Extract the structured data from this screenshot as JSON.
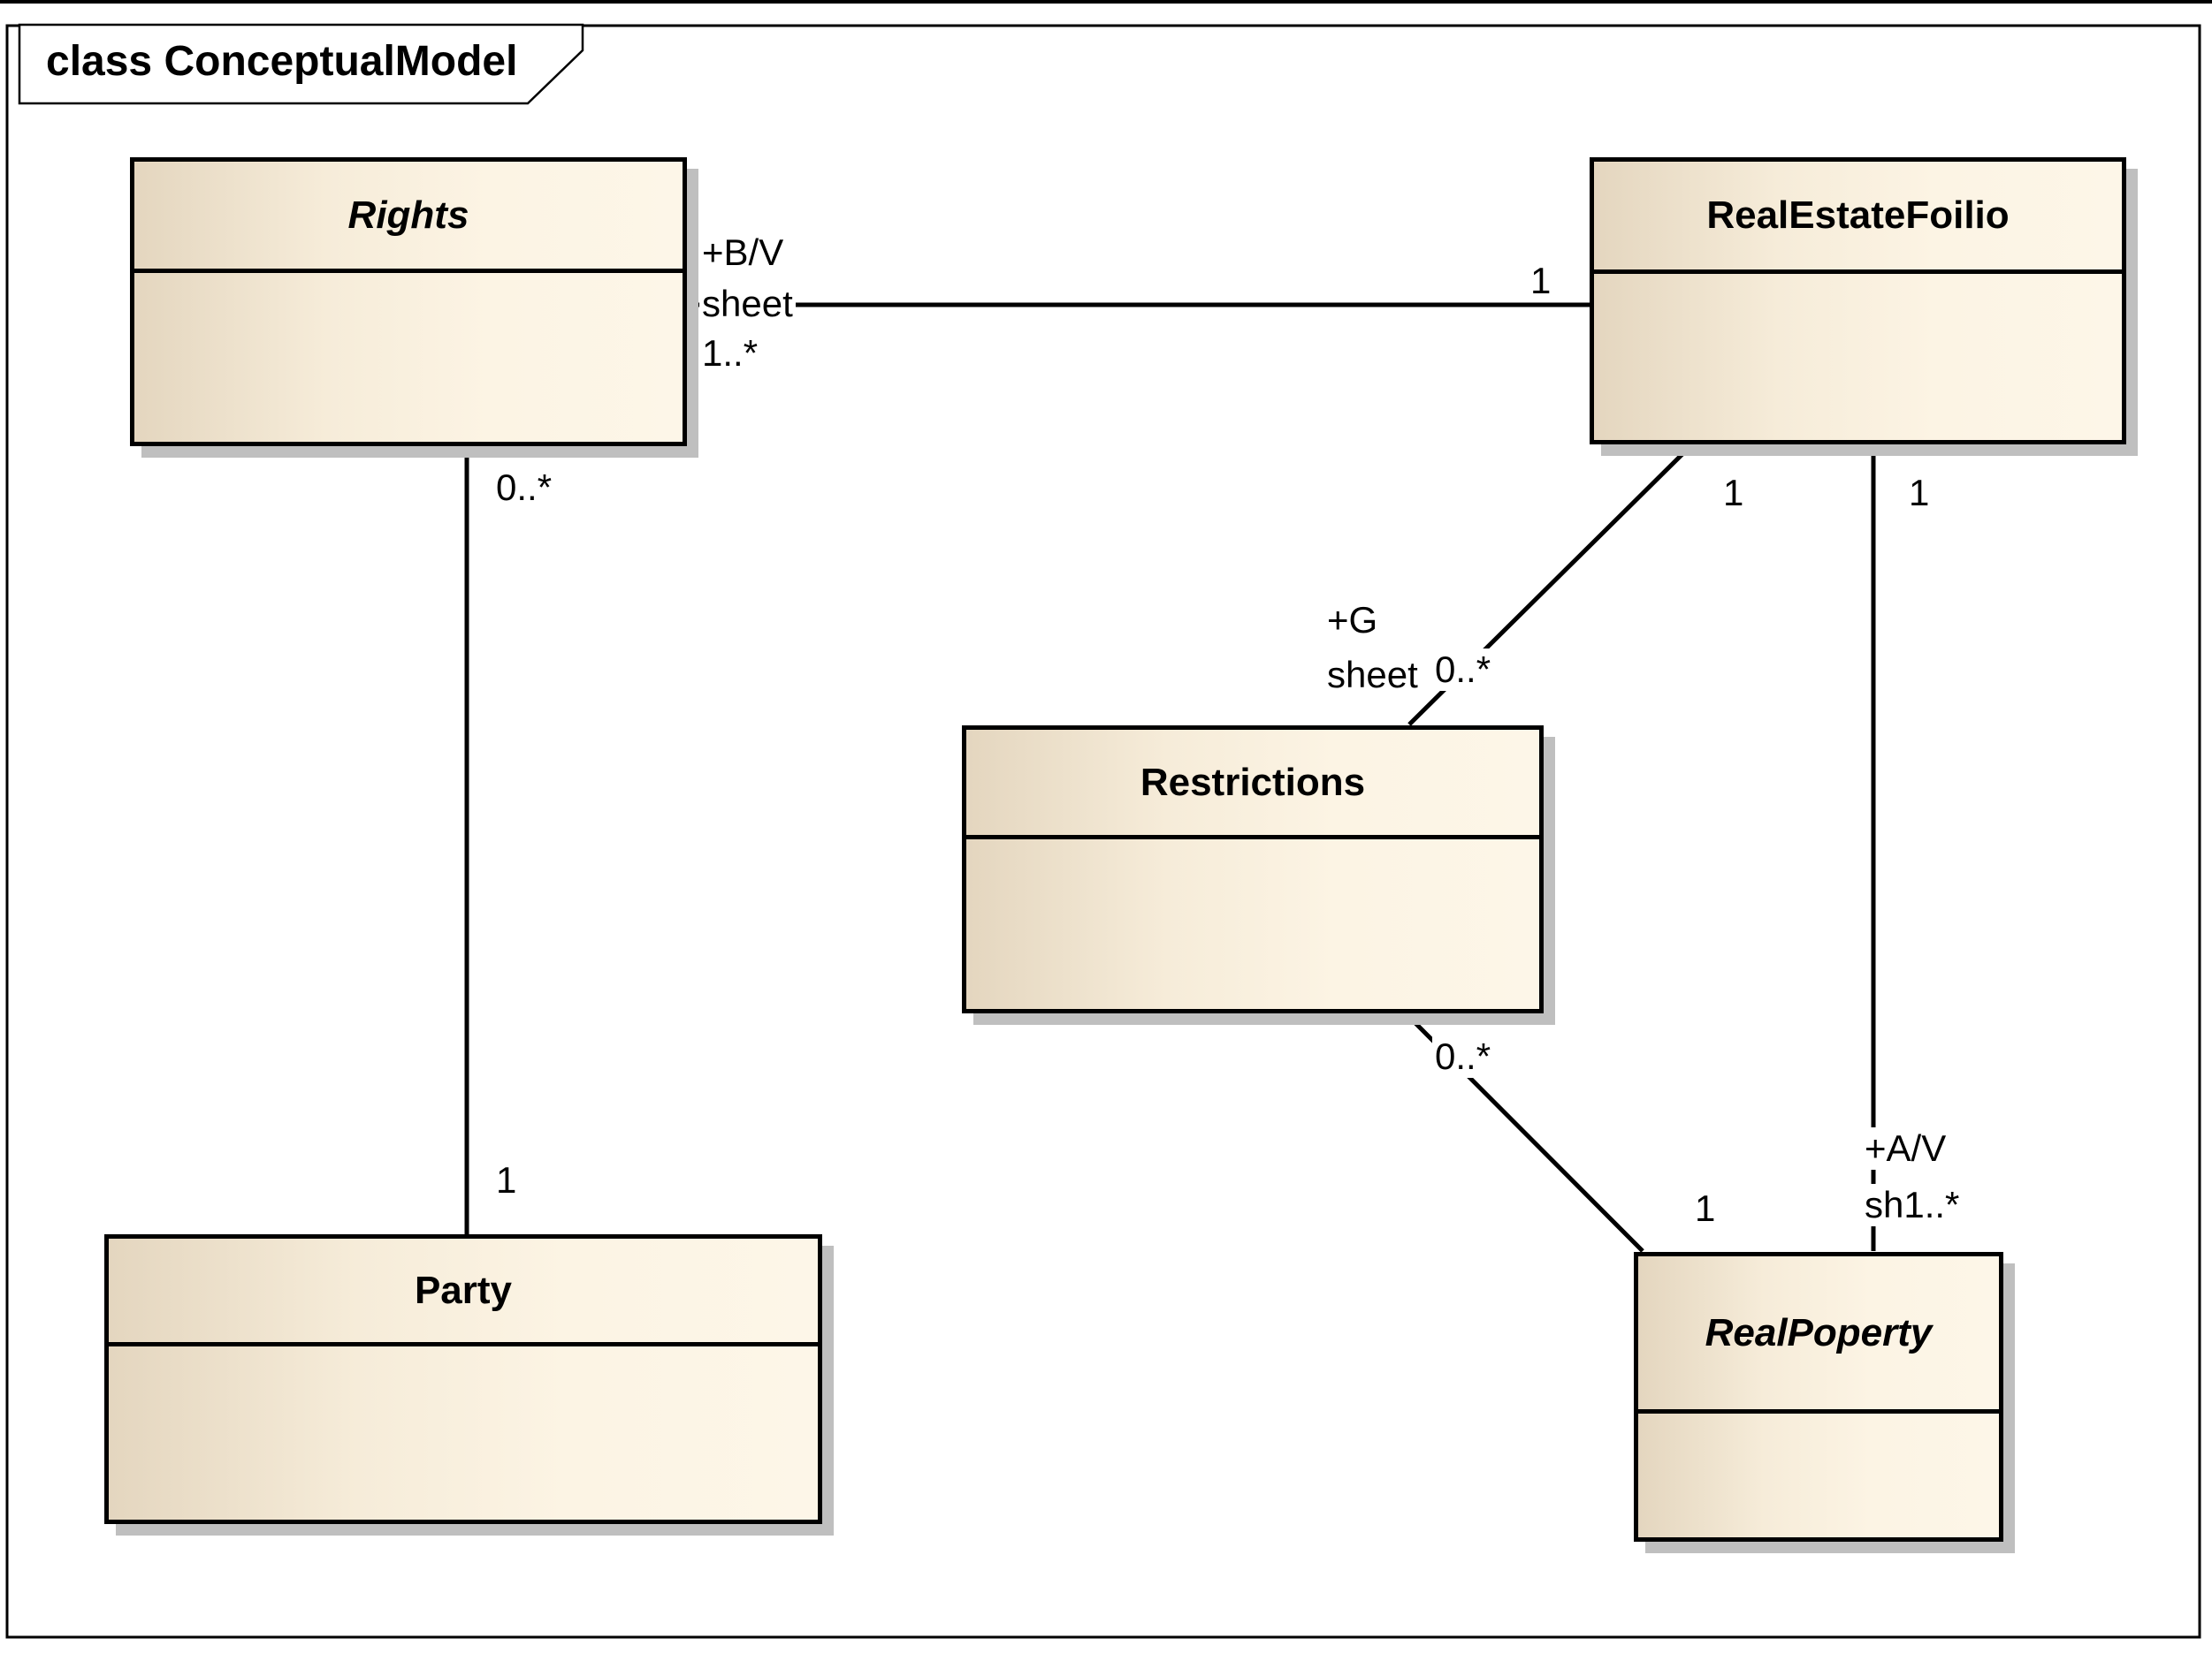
{
  "frame": {
    "title": "class ConceptualModel"
  },
  "classes": {
    "rights": {
      "name": "Rights",
      "abstract": true
    },
    "realEstateFoilio": {
      "name": "RealEstateFoilio",
      "abstract": false
    },
    "restrictions": {
      "name": "Restrictions",
      "abstract": false
    },
    "party": {
      "name": "Party",
      "abstract": false
    },
    "realPoperty": {
      "name": "RealPoperty",
      "abstract": true
    }
  },
  "associations": {
    "rights_realEstateFoilio": {
      "role": "+B/V",
      "role_line2": "sheet",
      "mult_at_rights": "1..*",
      "mult_at_realEstateFoilio": "1"
    },
    "rights_party": {
      "mult_at_rights": "0..*",
      "mult_at_party": "1"
    },
    "realEstateFoilio_restrictions": {
      "role": "+G",
      "role_line2": "sheet",
      "mult_at_restrictions": "0..*",
      "mult_at_realEstateFoilio": "1"
    },
    "restrictions_realPoperty": {
      "mult_at_restrictions": "0..*",
      "mult_at_realPoperty": "1"
    },
    "realEstateFoilio_realPoperty": {
      "role": "+A/V",
      "role_line2": "sh1..*",
      "mult_at_realEstateFoilio": "1"
    }
  },
  "colors": {
    "box_fill_left": "#e4d6bf",
    "box_fill_right": "#fdf6e8",
    "box_border": "#000000",
    "box_shadow": "#bfbfbf",
    "line": "#000000",
    "background": "#ffffff"
  }
}
